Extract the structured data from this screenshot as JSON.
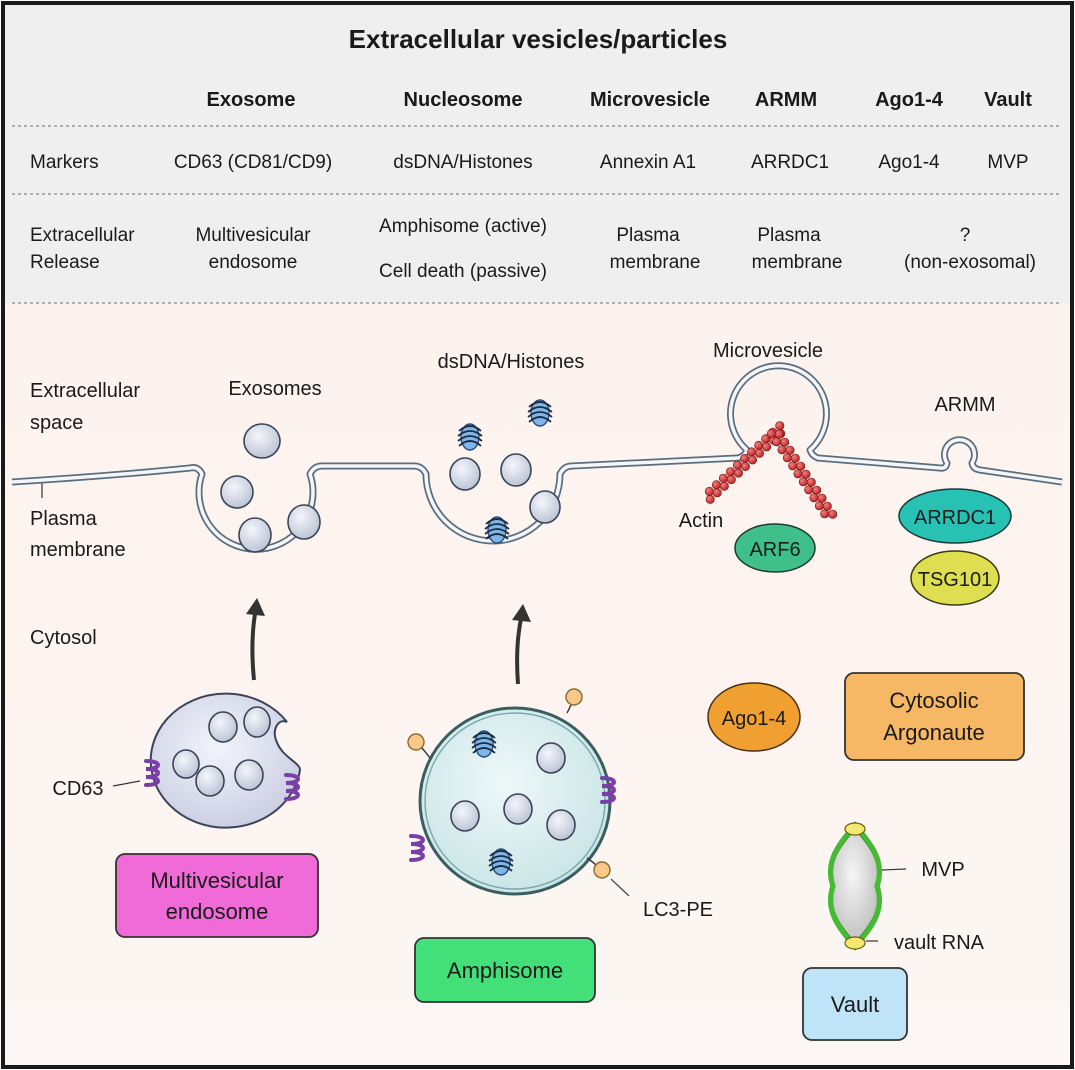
{
  "table": {
    "title": "Extracellular vesicles/particles",
    "columns": [
      "Exosome",
      "Nucleosome",
      "Microvesicle",
      "ARMM",
      "Ago1-4",
      "Vault"
    ],
    "rows": [
      {
        "header": "Markers",
        "cells": [
          "CD63 (CD81/CD9)",
          "dsDNA/Histones",
          "Annexin A1",
          "ARRDC1",
          "Ago1-4",
          "MVP"
        ]
      },
      {
        "header_line1": "Extracellular",
        "header_line2": "Release",
        "exosome_line1": "Multivesicular",
        "exosome_line2": "endosome",
        "nucleosome_line1": "Amphisome (active)",
        "nucleosome_line2": "Cell death (passive)",
        "microvesicle_line1": "Plasma",
        "microvesicle_line2": "membrane",
        "armm_line1": "Plasma",
        "armm_line2": "membrane",
        "nonexo_line1": "?",
        "nonexo_line2": "(non-exosomal)"
      }
    ]
  },
  "diagram": {
    "region_labels": {
      "extracellular_line1": "Extracellular",
      "extracellular_line2": "space",
      "plasma_line1": "Plasma",
      "plasma_line2": "membrane",
      "cytosol": "Cytosol"
    },
    "top_labels": {
      "exosomes": "Exosomes",
      "dsdna_histones": "dsDNA/Histones",
      "microvesicle": "Microvesicle",
      "armm": "ARMM"
    },
    "proteins": {
      "actin": "Actin",
      "arf6": "ARF6",
      "arrdc1": "ARRDC1",
      "tsg101": "TSG101",
      "ago": "Ago1-4",
      "cd63": "CD63",
      "lc3pe": "LC3-PE",
      "mvp": "MVP",
      "vault_rna": "vault RNA"
    },
    "boxes": {
      "mve_line1": "Multivesicular",
      "mve_line2": "endosome",
      "amphisome": "Amphisome",
      "cyto_line1": "Cytosolic",
      "cyto_line2": "Argonaute",
      "vault": "Vault"
    },
    "colors": {
      "mve_box": "#f06ad8",
      "amphisome_box": "#43e07a",
      "cyto_box": "#f7b866",
      "vault_box": "#bfe4f7",
      "arf6": "#3fbf8a",
      "arrdc1": "#28c2b5",
      "tsg101": "#dede50",
      "ago": "#f0a030",
      "actin": "#d43a3a",
      "membrane": "#5a6e80",
      "cd63": "#7a3fa6",
      "mvp": "#44bb33"
    }
  }
}
